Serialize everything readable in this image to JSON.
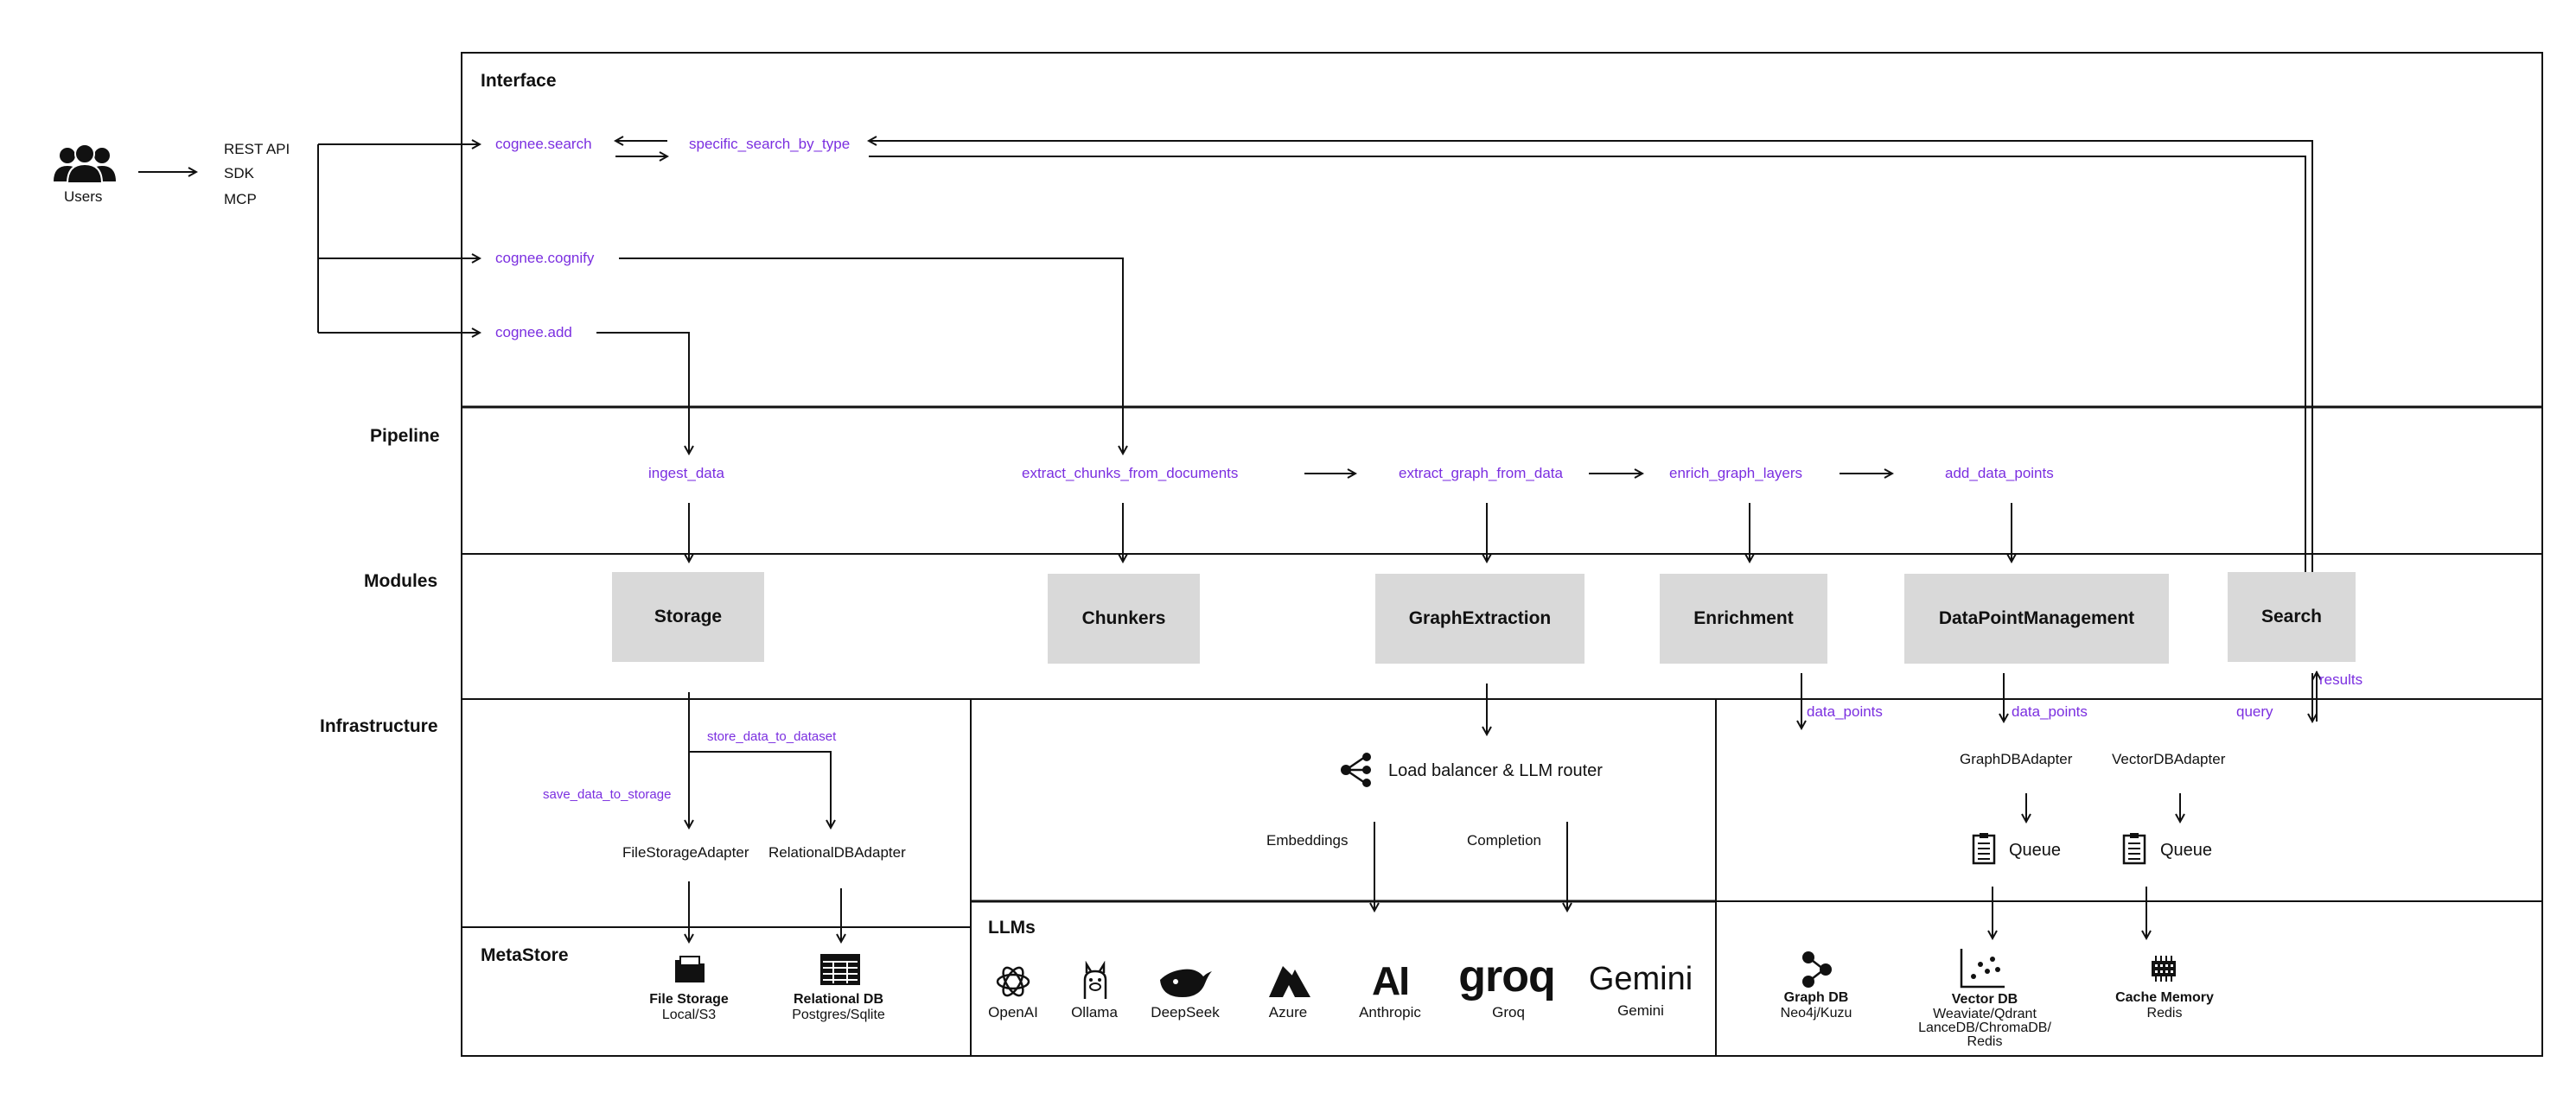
{
  "actor": {
    "label": "Users",
    "icon": "users-icon"
  },
  "entrypoints": [
    "REST API",
    "SDK",
    "MCP"
  ],
  "sections": {
    "interface": "Interface",
    "pipeline": "Pipeline",
    "modules": "Modules",
    "infrastructure": "Infrastructure",
    "metastore": "MetaStore",
    "llms": "LLMs"
  },
  "interface_calls": {
    "search": "cognee.search",
    "specific_search": "specific_search_by_type",
    "cognify": "cognee.cognify",
    "add": "cognee.add"
  },
  "pipeline_steps": {
    "ingest": "ingest_data",
    "chunks": "extract_chunks_from_documents",
    "graph": "extract_graph_from_data",
    "enrich": "enrich_graph_layers",
    "add_points": "add_data_points"
  },
  "modules": {
    "storage": "Storage",
    "chunkers": "Chunkers",
    "graph_extraction": "GraphExtraction",
    "enrichment": "Enrichment",
    "datapoint_mgmt": "DataPointManagement",
    "search": "Search"
  },
  "infrastructure": {
    "store_to_dataset": "store_data_to_dataset",
    "save_to_storage": "save_data_to_storage",
    "file_storage_adapter": "FileStorageAdapter",
    "relational_adapter": "RelationalDBAdapter",
    "load_balancer": "Load balancer & LLM router",
    "embeddings": "Embeddings",
    "completion": "Completion",
    "data_points_left": "data_points",
    "data_points_right": "data_points",
    "query": "query",
    "results": "results",
    "graph_adapter": "GraphDBAdapter",
    "vector_adapter": "VectorDBAdapter",
    "queue_left": "Queue",
    "queue_right": "Queue"
  },
  "metastore": {
    "file_storage_title": "File Storage",
    "file_storage_sub": "Local/S3",
    "relational_title": "Relational DB",
    "relational_sub": "Postgres/Sqlite"
  },
  "llm_providers": [
    "OpenAI",
    "Ollama",
    "DeepSeek",
    "Azure",
    "Anthropic",
    "Groq",
    "Gemini"
  ],
  "llm_logos": {
    "groq": "groq",
    "gemini": "Gemini",
    "anthropic": "AI"
  },
  "stores": {
    "graph_title": "Graph DB",
    "graph_sub": "Neo4j/Kuzu",
    "vector_title": "Vector DB",
    "vector_sub_1": "Weaviate/Qdrant",
    "vector_sub_2": "LanceDB/ChromaDB/",
    "vector_sub_3": "Redis",
    "cache_title": "Cache Memory",
    "cache_sub": "Redis"
  },
  "colors": {
    "accent": "#7b2fe0",
    "module_fill": "#d9d9d9",
    "line": "#111111"
  }
}
